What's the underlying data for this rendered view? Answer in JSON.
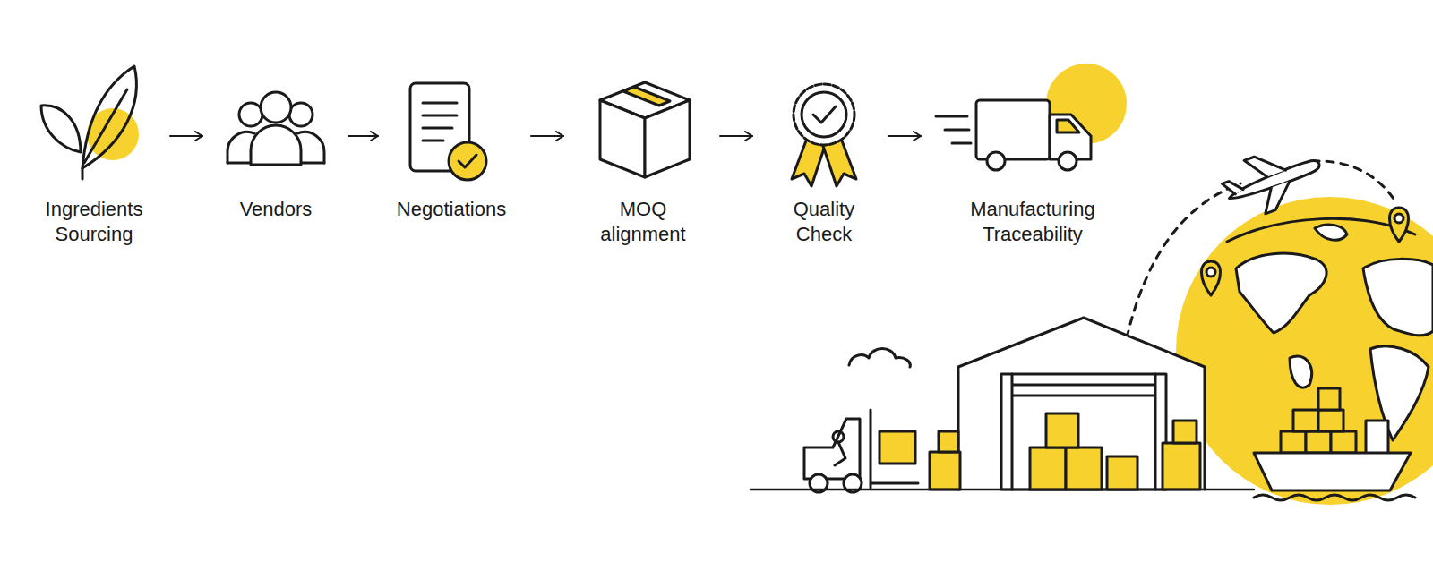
{
  "diagram": {
    "nodes": [
      {
        "text": [
          "Ingredients Sourcing"
        ]
      },
      {
        "text": [
          "Vendors"
        ]
      },
      {
        "text": [
          "Negotiations"
        ]
      },
      {
        "text": [
          "MOQ alignment"
        ]
      },
      {
        "text": [
          "Quality Check"
        ]
      },
      {
        "text": [
          "Manufacturing Traceability"
        ]
      }
    ],
    "edges": [
      {
        "from": 0,
        "to": 1,
        "arrow": "to"
      },
      {
        "from": 1,
        "to": 2,
        "arrow": "to"
      },
      {
        "from": 2,
        "to": 3,
        "arrow": "to"
      },
      {
        "from": 3,
        "to": 4,
        "arrow": "to"
      },
      {
        "from": 4,
        "to": 5,
        "arrow": "to"
      }
    ]
  }
}
